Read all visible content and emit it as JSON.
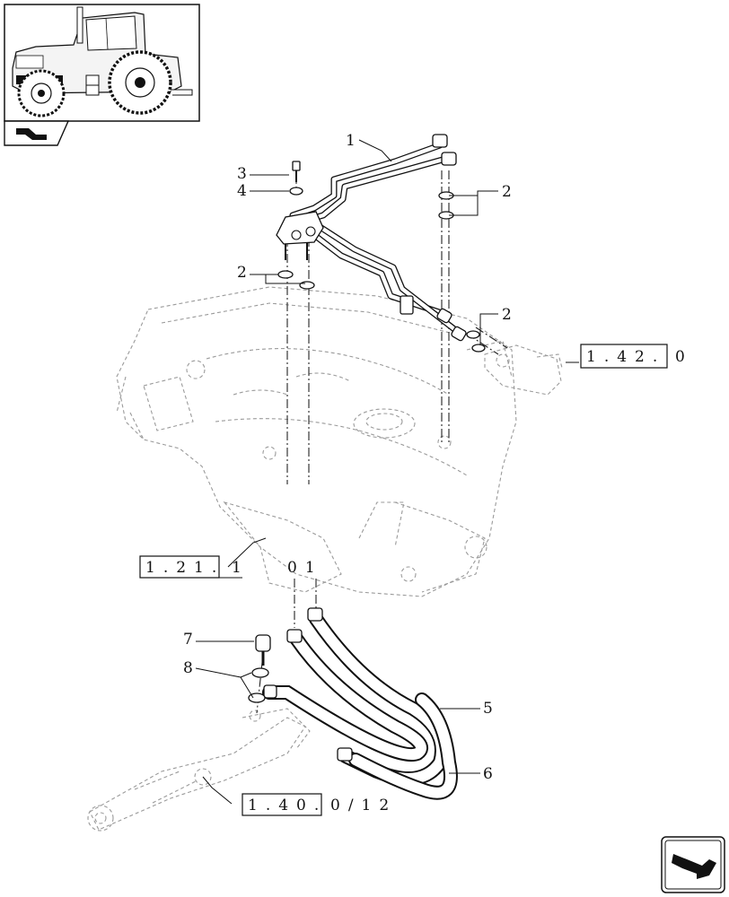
{
  "callouts": [
    {
      "id": "c1",
      "text": "1"
    },
    {
      "id": "c2a",
      "text": "2"
    },
    {
      "id": "c2b",
      "text": "2"
    },
    {
      "id": "c2c",
      "text": "2"
    },
    {
      "id": "c3",
      "text": "3"
    },
    {
      "id": "c4",
      "text": "4"
    },
    {
      "id": "c5",
      "text": "5"
    },
    {
      "id": "c6",
      "text": "6"
    },
    {
      "id": "c7",
      "text": "7"
    },
    {
      "id": "c8",
      "text": "8"
    }
  ],
  "references": [
    {
      "id": "ref1",
      "boxed": "1.42.",
      "suffix": "0"
    },
    {
      "id": "ref2",
      "boxed": "1.21.",
      "suffix": "1",
      "trail": "01"
    },
    {
      "id": "ref3",
      "boxed": "1.40.",
      "suffix": "0/12"
    }
  ],
  "icons": [
    "tractor-thumbnail",
    "next-page-arrow-icon",
    "section-arrow-icon"
  ]
}
